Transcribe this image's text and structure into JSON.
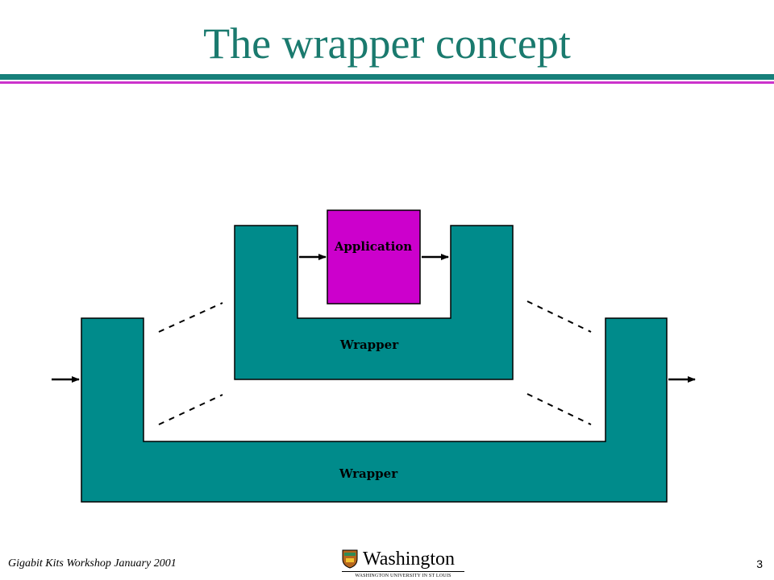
{
  "title": "The wrapper concept",
  "diagram": {
    "application_label": "Application",
    "inner_wrapper_label": "Wrapper",
    "outer_wrapper_label": "Wrapper"
  },
  "colors": {
    "teal": "#008b8b",
    "magenta": "#cc00cc",
    "title": "#1a7a6e",
    "rule_teal": "#17807a",
    "rule_magenta": "#cc33cc"
  },
  "footer": {
    "left": "Gigabit Kits Workshop January 2001",
    "logo_text": "Washington",
    "logo_subtext": "WASHINGTON UNIVERSITY IN ST LOUIS",
    "page_number": "3"
  }
}
